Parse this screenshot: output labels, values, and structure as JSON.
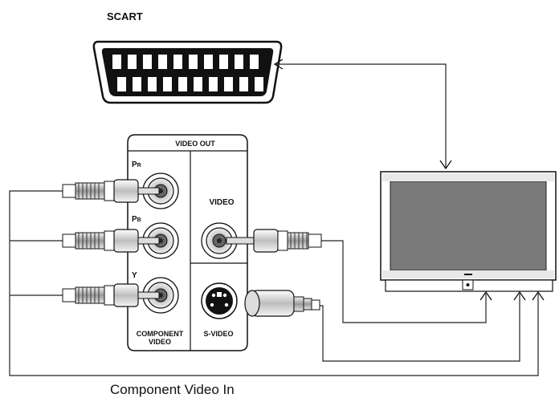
{
  "diagram": {
    "scart_label": "SCART",
    "panel_title": "VIDEO OUT",
    "jack_pr": "P",
    "jack_pr_sub": "R",
    "jack_pb": "P",
    "jack_pb_sub": "B",
    "jack_y": "Y",
    "video_label": "VIDEO",
    "component_label_line1": "COMPONENT",
    "component_label_line2": "VIDEO",
    "svideo_label": "S-VIDEO",
    "caption": "Component Video In"
  }
}
